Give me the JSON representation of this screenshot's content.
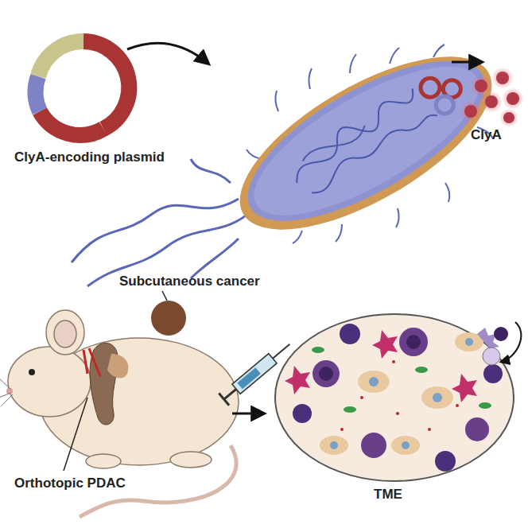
{
  "diagram": {
    "labels": [
      "ClyA-encoding plasmid",
      "ClyA",
      "Subcutaneous cancer",
      "Orthotopic PDAC",
      "TME"
    ]
  }
}
